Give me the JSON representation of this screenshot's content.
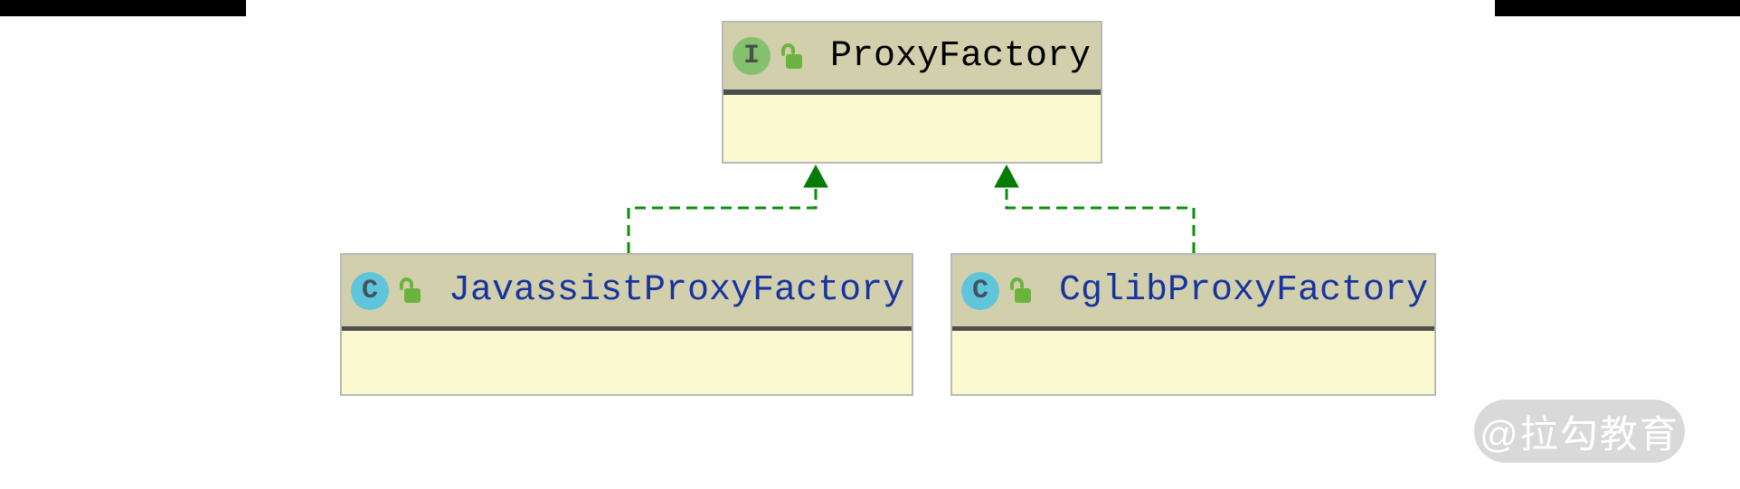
{
  "diagram": {
    "nodes": [
      {
        "name": "ProxyFactory",
        "kind": "interface",
        "badge_letter": "I"
      },
      {
        "name": "JavassistProxyFactory",
        "kind": "class",
        "badge_letter": "C"
      },
      {
        "name": "CglibProxyFactory",
        "kind": "class",
        "badge_letter": "C"
      }
    ],
    "edges": [
      {
        "from": "JavassistProxyFactory",
        "to": "ProxyFactory",
        "type": "implements"
      },
      {
        "from": "CglibProxyFactory",
        "to": "ProxyFactory",
        "type": "implements"
      }
    ]
  },
  "icons": {
    "interface_badge": "green circle with letter I",
    "class_badge": "cyan circle with letter C",
    "open_lock": "green open padlock (public visibility)",
    "implements_arrow": "green dashed line with solid triangle arrowhead"
  },
  "colors": {
    "node_header_bg": "#d2d0ac",
    "node_body_bg": "#fbf9d0",
    "node_border": "#b8b8b8",
    "node_separator": "#4d4d4d",
    "interface_badge_bg": "#84c06e",
    "class_badge_bg": "#5fc5db",
    "lock_green": "#6ab33f",
    "edge_green": "#0b8f0b",
    "arrow_green": "#067c06",
    "interface_name_color": "#000000",
    "class_name_color": "#1733a0",
    "watermark_bg": "#d9d9d9",
    "watermark_text_color": "#ffffff",
    "crop_bar_color": "#000000"
  },
  "watermark": {
    "text": "@拉勾教育"
  }
}
